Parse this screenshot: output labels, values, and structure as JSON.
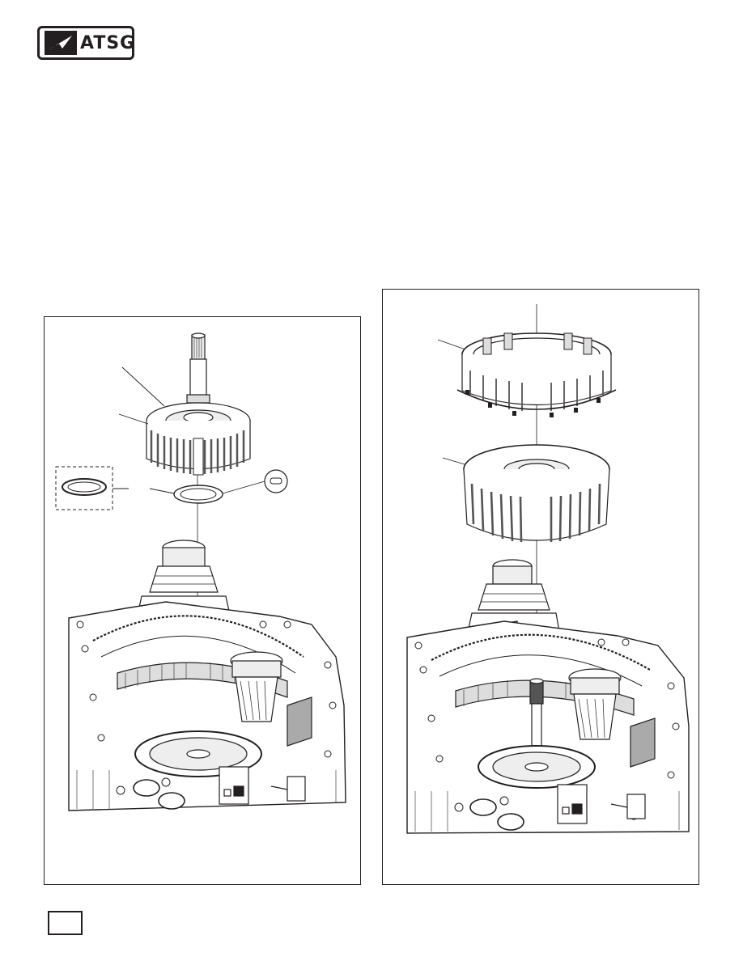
{
  "logo": {
    "text": "ATSG",
    "icon": "atsg-plane-logo"
  },
  "figures": [
    {
      "id": "left-assembly",
      "icon": "transmission-exploded-view-thrust-bearing-and-washer"
    },
    {
      "id": "right-assembly",
      "icon": "transmission-exploded-view-clutch-housing-and-drum"
    }
  ],
  "page_number": "",
  "colors": {
    "ink": "#231f20",
    "paper": "#ffffff"
  }
}
